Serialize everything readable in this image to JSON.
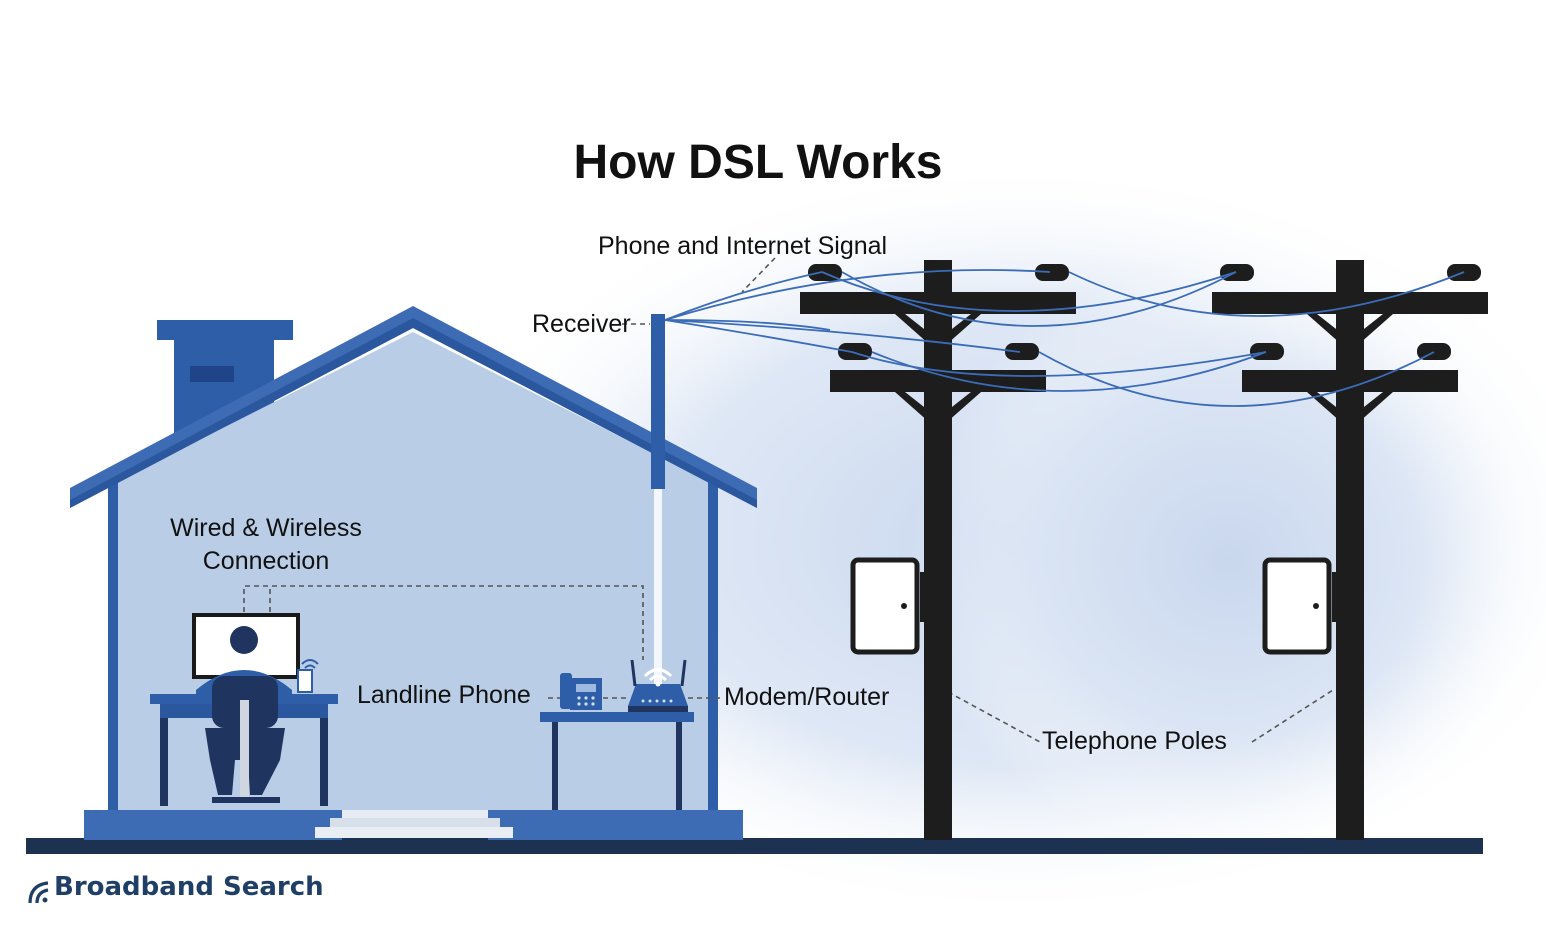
{
  "diagram": {
    "title": "How DSL Works",
    "labels": {
      "signal": "Phone and Internet Signal",
      "receiver": "Receiver",
      "wired_wireless_line1": "Wired & Wireless",
      "wired_wireless_line2": "Connection",
      "landline": "Landline Phone",
      "modem": "Modem/Router",
      "poles": "Telephone Poles"
    }
  },
  "brand": {
    "name": "Broadband Search"
  },
  "icons": [
    "house-icon",
    "person-at-computer-icon",
    "telephone-icon",
    "router-icon",
    "telephone-pole-icon",
    "wifi-icon",
    "broadband-search-logo-icon"
  ],
  "colors": {
    "house_blue": "#2f5ea8",
    "house_wall": "#b9cde6",
    "roof": "#3d6bb4",
    "pole": "#1d1d1d",
    "wire": "#3b6cb8",
    "ground": "#1d3150",
    "brand": "#1f3f66"
  }
}
